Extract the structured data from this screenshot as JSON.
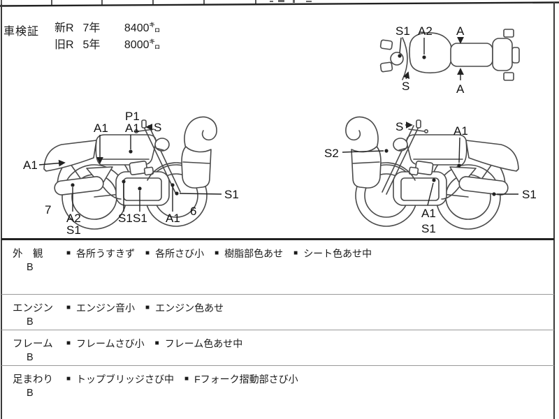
{
  "colors": {
    "ink": "#1a1a1a",
    "line_art": "#4a4a4a",
    "divider": "#222222",
    "row_line": "#999999"
  },
  "cert": {
    "label": "車検証",
    "rows": [
      {
        "type": "新R",
        "years": "7年",
        "mileage": "8400㌔"
      },
      {
        "type": "旧R",
        "years": "5年",
        "mileage": "8000㌔"
      }
    ]
  },
  "diagrams": {
    "top_view": {
      "labels": {
        "front_s1": "S1",
        "tank_a2": "A2",
        "top_a": "A",
        "front_s": "S",
        "bottom_a": "A"
      }
    },
    "left_view": {
      "labels": {
        "rear_a1": "A1",
        "seat_a1": "A1",
        "tank_p1": "P1",
        "tank_a1": "A1",
        "bar_s": "S",
        "rear_num": "7",
        "muffler_a2": "A2",
        "muffler_s1": "S1",
        "engine_s1": "S1",
        "frame_s1": "S1",
        "fork_a1": "A1",
        "front_num": "6",
        "wheel_s1": "S1"
      }
    },
    "right_view": {
      "labels": {
        "bar_s": "S",
        "seat_a1": "A1",
        "cowl_s2": "S2",
        "engine_a1": "A1",
        "engine_s1": "S1",
        "wheel_s1": "S1"
      }
    }
  },
  "condition_table": {
    "bullet": "■",
    "rows": [
      {
        "category": "外　観",
        "grade": "B",
        "items": [
          "各所うすきず",
          "各所さび小",
          "樹脂部色あせ",
          "シート色あせ中"
        ]
      },
      {
        "category": "エンジン",
        "grade": "B",
        "items": [
          "エンジン音小",
          "エンジン色あせ"
        ]
      },
      {
        "category": "フレーム",
        "grade": "B",
        "items": [
          "フレームさび小",
          "フレーム色あせ中"
        ]
      },
      {
        "category": "足まわり",
        "grade": "B",
        "items": [
          "トップブリッジさび中",
          "Fフォーク摺動部さび小"
        ]
      }
    ]
  }
}
